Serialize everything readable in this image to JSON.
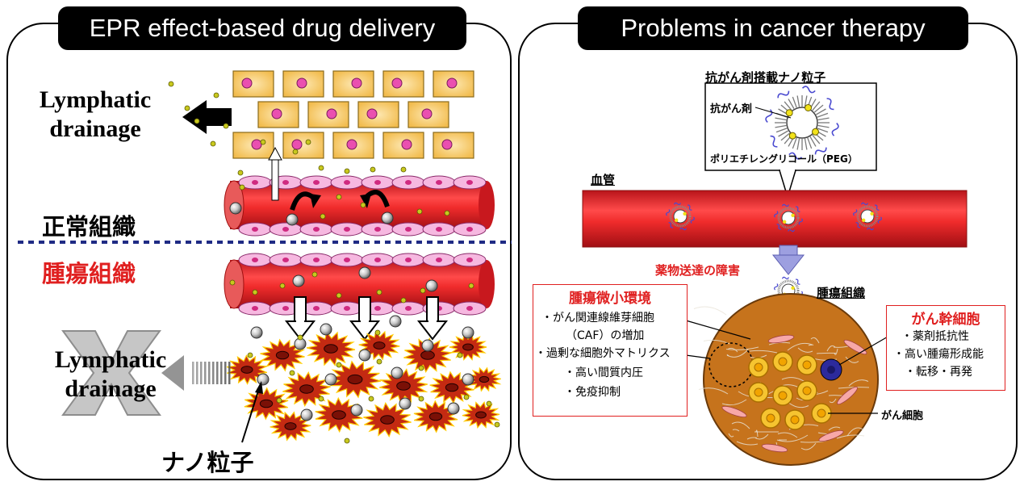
{
  "left_panel": {
    "title": "EPR effect-based drug delivery",
    "lymphatic_top": [
      "Lymphatic",
      "drainage"
    ],
    "lymphatic_bottom": [
      "Lymphatic",
      "drainage"
    ],
    "normal_tissue": "正常組織",
    "tumor_tissue": "腫瘍組織",
    "nanoparticle": "ナノ粒子",
    "colors": {
      "vessel": "#e8242a",
      "cell_fill": "#f4c65a",
      "tumor_cell": "#c42a12",
      "tumor_label": "#e02020"
    }
  },
  "right_panel": {
    "title": "Problems in cancer therapy",
    "nanoparticle_title": "抗がん剤搭載ナノ粒子",
    "anticancer_drug": "抗がん剤",
    "peg": "ポリエチレングリコール（PEG）",
    "blood_vessel": "血管",
    "delivery_barrier": "薬物送達の障害",
    "tumor_tissue": "腫瘍組織",
    "cancer_cell": "がん細胞",
    "microenvironment": {
      "title": "腫瘍微小環境",
      "items": [
        "・がん関連線維芽細胞",
        "（CAF）の増加",
        "・過剰な細胞外マトリクス",
        "・高い間質内圧",
        "・免疫抑制"
      ]
    },
    "stem_cell": {
      "title": "がん幹細胞",
      "items": [
        "・薬剤抵抗性",
        "・高い腫瘍形成能",
        "・転移・再発"
      ]
    },
    "colors": {
      "label_red": "#e02020",
      "arrow": "#9d9fe0",
      "tumor_mass": "#c6731c",
      "stem_cell": "#2c2a9c"
    }
  }
}
